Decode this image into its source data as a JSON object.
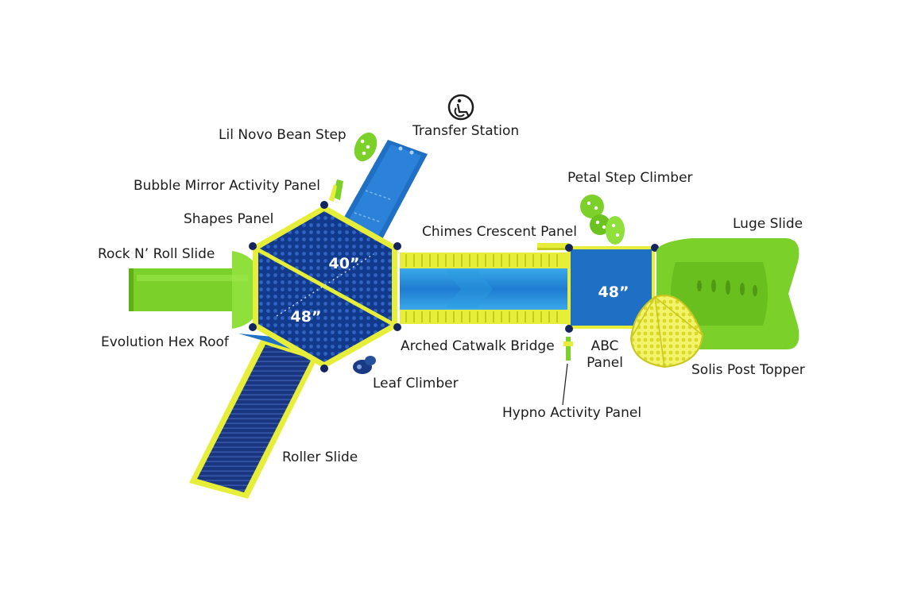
{
  "labels": {
    "transfer_station": "Transfer Station",
    "lil_novo_bean_step": "Lil Novo Bean Step",
    "bubble_mirror_activity_panel": "Bubble Mirror Activity Panel",
    "shapes_panel": "Shapes Panel",
    "rock_n_roll_slide": "Rock N’ Roll Slide",
    "evolution_hex_roof": "Evolution Hex Roof",
    "leaf_climber": "Leaf Climber",
    "roller_slide": "Roller Slide",
    "chimes_crescent_panel": "Chimes Crescent Panel",
    "arched_catwalk_bridge": "Arched Catwalk Bridge",
    "petal_step_climber": "Petal Step Climber",
    "luge_slide": "Luge Slide",
    "abc_panel": "ABC Panel",
    "solis_post_topper": "Solis Post Topper",
    "hypno_activity_panel": "Hypno Activity Panel"
  },
  "deck_heights": {
    "hex_upper": "40”",
    "hex_lower": "48”",
    "right_deck": "48”"
  },
  "icons": {
    "accessibility": "wheelchair-icon"
  },
  "colors": {
    "deck_blue": "#1f6fc4",
    "roof_navy": "#0f2f78",
    "slide_green": "#7bd12a",
    "frame_yellow": "#e6ee3a",
    "post_navy": "#14245e",
    "bridge_blue": "#2a9be0"
  }
}
